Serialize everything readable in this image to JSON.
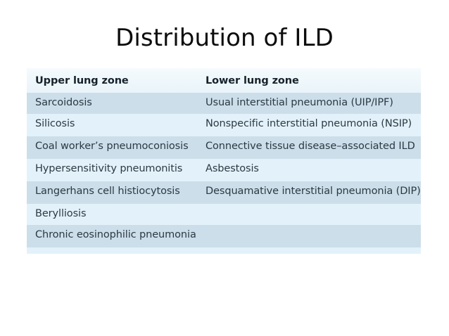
{
  "slide": {
    "title": "Distribution of ILD"
  },
  "table": {
    "headers": {
      "col1": "Upper lung zone",
      "col2": "Lower lung zone"
    },
    "rows": [
      {
        "upper": "Sarcoidosis",
        "lower": "Usual interstitial pneumonia (UIP/IPF)"
      },
      {
        "upper": "Silicosis",
        "lower": "Nonspecific interstitial pneumonia (NSIP)"
      },
      {
        "upper": "Coal worker’s pneumoconiosis",
        "lower": "Connective tissue disease–associated ILD"
      },
      {
        "upper": "Hypersensitivity pneumonitis",
        "lower": "Asbestosis"
      },
      {
        "upper": "Langerhans cell histiocytosis",
        "lower": "Desquamative interstitial pneumonia (DIP)"
      },
      {
        "upper": "Berylliosis",
        "lower": ""
      },
      {
        "upper": "Chronic eosinophilic pneumonia",
        "lower": ""
      }
    ]
  },
  "colors": {
    "band_dark": "#ccdee9",
    "band_light": "#e3f2fa",
    "header_bg": "#eef7fb",
    "text": "#2b3a44",
    "title_text": "#0d0d0d",
    "page_bg": "#ffffff"
  }
}
